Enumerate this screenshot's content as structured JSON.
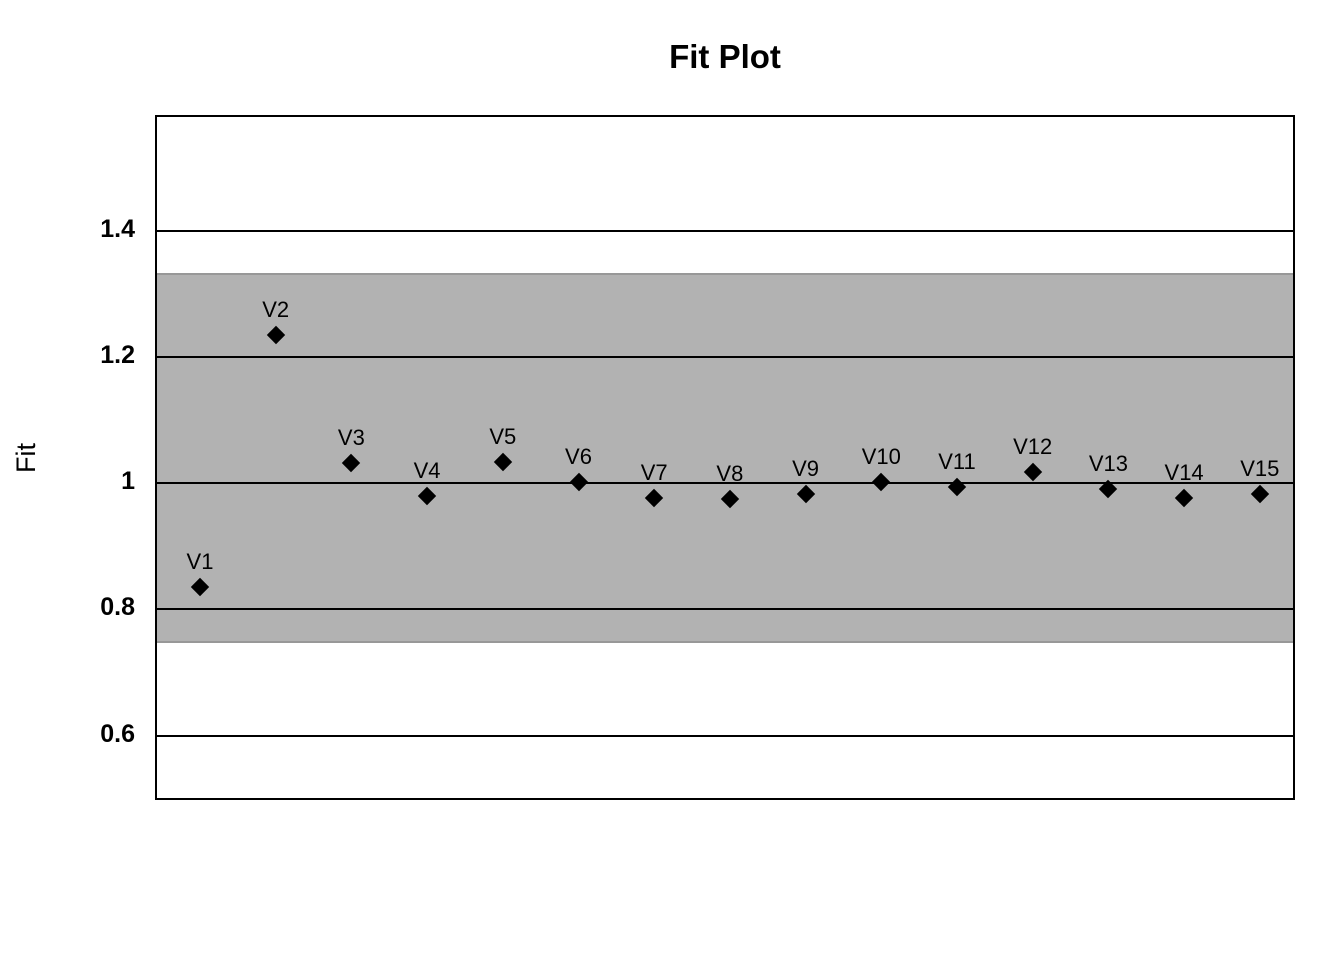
{
  "chart_data": {
    "type": "scatter",
    "title": "Fit Plot",
    "xlabel": "",
    "ylabel": "Fit",
    "marker": "diamond",
    "marker_color": "#000000",
    "grid": true,
    "legend": "none",
    "ylim": [
      0.495,
      1.58
    ],
    "yticks": [
      0.6,
      0.8,
      1,
      1.2,
      1.4
    ],
    "ytick_labels": [
      "0.6",
      "0.8",
      "1",
      "1.2",
      "1.4"
    ],
    "band": {
      "from": 0.747,
      "to": 1.333,
      "color": "#b2b2b2"
    },
    "points": [
      {
        "label": "V1",
        "value": 0.835
      },
      {
        "label": "V2",
        "value": 1.234
      },
      {
        "label": "V3",
        "value": 1.032
      },
      {
        "label": "V4",
        "value": 0.979
      },
      {
        "label": "V5",
        "value": 1.033
      },
      {
        "label": "V6",
        "value": 1.002
      },
      {
        "label": "V7",
        "value": 0.976
      },
      {
        "label": "V8",
        "value": 0.975
      },
      {
        "label": "V9",
        "value": 0.983
      },
      {
        "label": "V10",
        "value": 1.002
      },
      {
        "label": "V11",
        "value": 0.994
      },
      {
        "label": "V12",
        "value": 1.017
      },
      {
        "label": "V13",
        "value": 0.991
      },
      {
        "label": "V14",
        "value": 0.976
      },
      {
        "label": "V15",
        "value": 0.983
      }
    ]
  }
}
